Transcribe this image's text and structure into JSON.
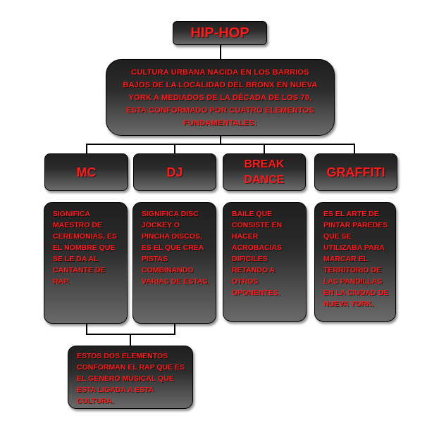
{
  "title": "HIP-HOP",
  "intro": "CULTURA URBANA NACIDA EN LOS BARRIOS BAJOS DE LA LOCALIDAD DEL BRONX EN NUEVA YORK A MEDIADOS DE LA DÉCADA DE LOS 70, ESTA CONFORMADO POR CUATRO ELEMENTOS FUNDAMENTALES:",
  "elements": [
    {
      "name": "MC",
      "description": "SIGNIFICA MAESTRO DE CEREMONIAS, ES EL NOMBRE QUE SE LE DA AL CANTANTE DE RAP."
    },
    {
      "name": "DJ",
      "description": "SIGNIFICA DISC JOCKEY O PINCHA DISCOS, ES EL QUE CREA PISTAS COMBINANDO VARIAS DE ESTAS."
    },
    {
      "name": "BREAK DANCE",
      "description": "BAILE QUE CONSISTE EN HACER ACROBACIAS DIFICILES RETANDO A OTROS OPONENTES."
    },
    {
      "name": "GRAFFITI",
      "description": "ES EL ARTE DE PINTAR PAREDES QUE SE UTILIZABA PARA MARCAR EL TERRITORIO DE LAS PANDILLAS EN LA CIUDAD DE NUEVA YORK."
    }
  ],
  "rap_note": "ESTOS DOS ELEMENTOS CONFORMAN EL RAP QUE ES EL GENERO MUSICAL QUE ESTA LIGADA A ESTA CULTURA."
}
